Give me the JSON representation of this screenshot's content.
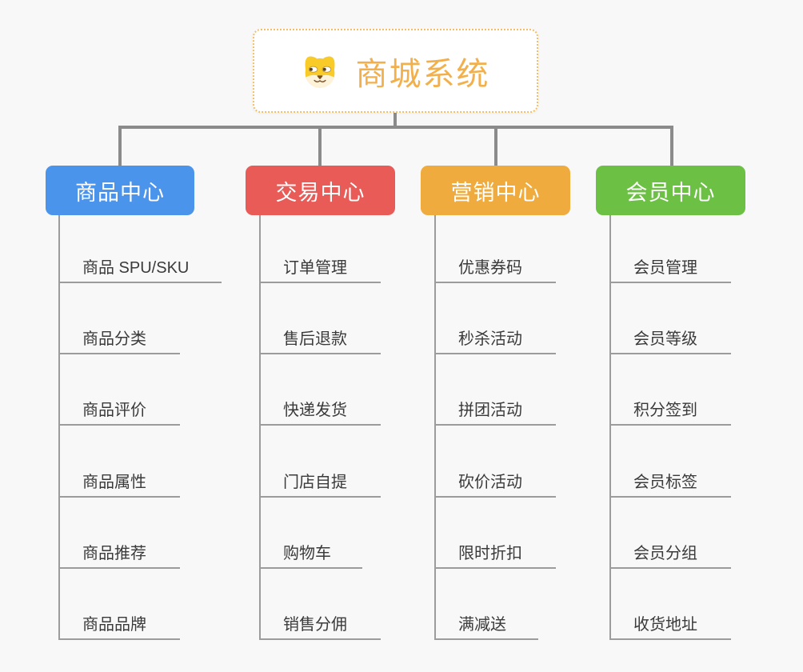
{
  "canvas": {
    "background": "#F8F8F8"
  },
  "root": {
    "title": "商城系统",
    "icon": "dog-face-icon",
    "accent_color": "#F2B04C",
    "border_color": "#F6BE63"
  },
  "connector_color": "#8B8B8B",
  "line_color": "#9C9C9C",
  "branches": [
    {
      "label": "商品中心",
      "color": "#4B94EC",
      "items": [
        "商品 SPU/SKU",
        "商品分类",
        "商品评价",
        "商品属性",
        "商品推荐",
        "商品品牌"
      ]
    },
    {
      "label": "交易中心",
      "color": "#E85B56",
      "items": [
        "订单管理",
        "售后退款",
        "快递发货",
        "门店自提",
        "购物车",
        "销售分佣"
      ]
    },
    {
      "label": "营销中心",
      "color": "#EFAB3D",
      "items": [
        "优惠券码",
        "秒杀活动",
        "拼团活动",
        "砍价活动",
        "限时折扣",
        "满减送"
      ]
    },
    {
      "label": "会员中心",
      "color": "#6CC044",
      "items": [
        "会员管理",
        "会员等级",
        "积分签到",
        "会员标签",
        "会员分组",
        "收货地址"
      ]
    }
  ]
}
